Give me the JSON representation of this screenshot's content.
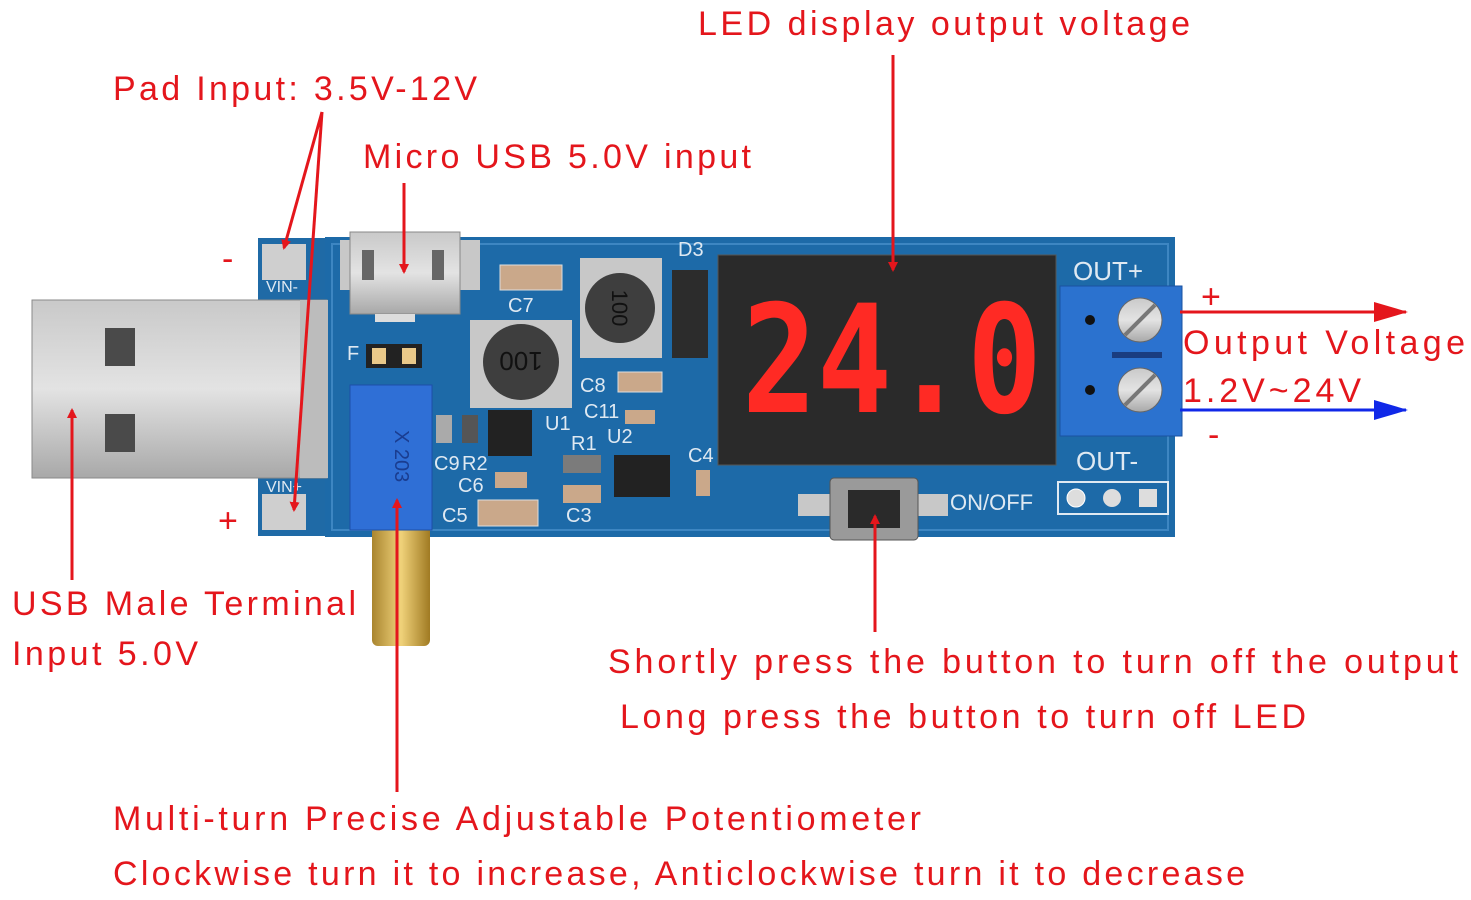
{
  "labels": {
    "led_display": "LED display output voltage",
    "pad_input": "Pad Input: 3.5V-12V",
    "micro_usb": "Micro USB 5.0V input",
    "pad_minus": "-",
    "pad_plus": "+",
    "out_plus": "+",
    "output_voltage": "Output Voltage",
    "output_range": "1.2V~24V",
    "out_minus": "-",
    "usb_male_line1": "USB Male Terminal",
    "usb_male_line2": "Input 5.0V",
    "button_line1": "Shortly press the button to turn off the output",
    "button_line2": "Long press the button to turn off LED",
    "pot_line1": "Multi-turn Precise Adjustable Potentiometer",
    "pot_line2": "Clockwise turn it to increase, Anticlockwise turn it to decrease"
  },
  "board": {
    "silkscreen": {
      "vin_minus": "VIN-",
      "vin_plus": "VIN+",
      "c7": "C7",
      "d3": "D3",
      "f": "F",
      "c8": "C8",
      "c11": "C11",
      "u1": "U1",
      "u2": "U2",
      "r1": "R1",
      "r2": "R2",
      "c9": "C9",
      "c6": "C6",
      "c5": "C5",
      "c3": "C3",
      "c4": "C4",
      "out_plus": "OUT+",
      "out_minus": "OUT-",
      "on_off": "ON/OFF",
      "inductor1": "100",
      "inductor2": "100",
      "pot_marking": "X 203"
    },
    "display_reading": "24.0"
  },
  "colors": {
    "annotation": "#e4161c",
    "negative_arrow": "#1028e8",
    "pcb": "#1d6aa8"
  }
}
